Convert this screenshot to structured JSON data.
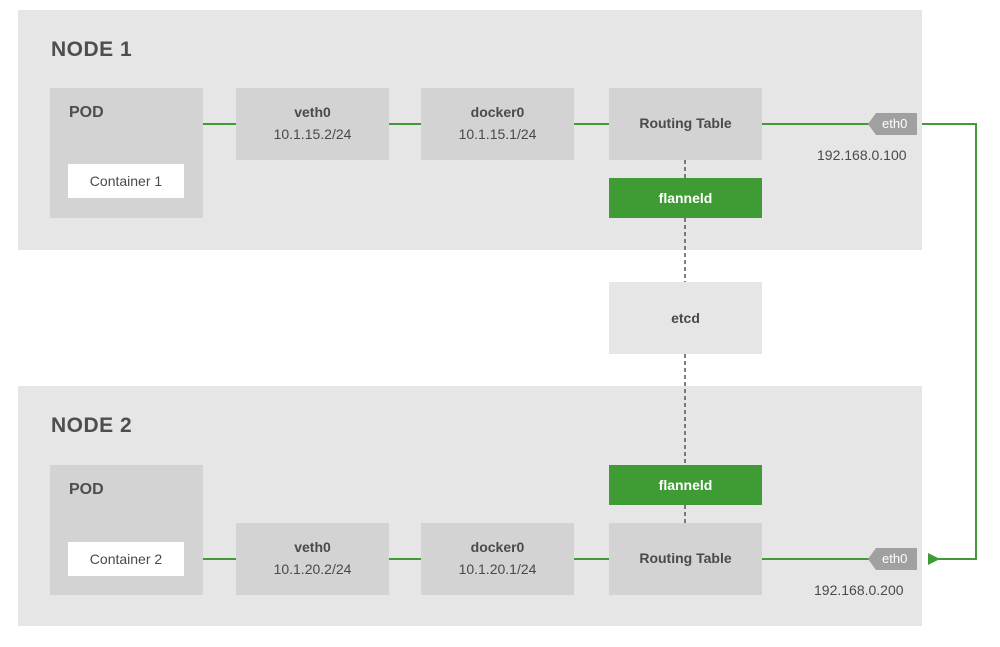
{
  "colors": {
    "accent": "#3f9c35",
    "panel": "#e6e6e6",
    "box": "#d3d3d3",
    "tag": "#a0a0a0"
  },
  "node1": {
    "title": "NODE 1",
    "pod_label": "POD",
    "container_label": "Container 1",
    "veth": {
      "name": "veth0",
      "addr": "10.1.15.2/24"
    },
    "docker": {
      "name": "docker0",
      "addr": "10.1.15.1/24"
    },
    "routing": "Routing Table",
    "flannel": "flanneld",
    "eth": "eth0",
    "ip": "192.168.0.100"
  },
  "etcd": "etcd",
  "node2": {
    "title": "NODE 2",
    "pod_label": "POD",
    "container_label": "Container 2",
    "veth": {
      "name": "veth0",
      "addr": "10.1.20.2/24"
    },
    "docker": {
      "name": "docker0",
      "addr": "10.1.20.1/24"
    },
    "routing": "Routing Table",
    "flannel": "flanneld",
    "eth": "eth0",
    "ip": "192.168.0.200"
  }
}
